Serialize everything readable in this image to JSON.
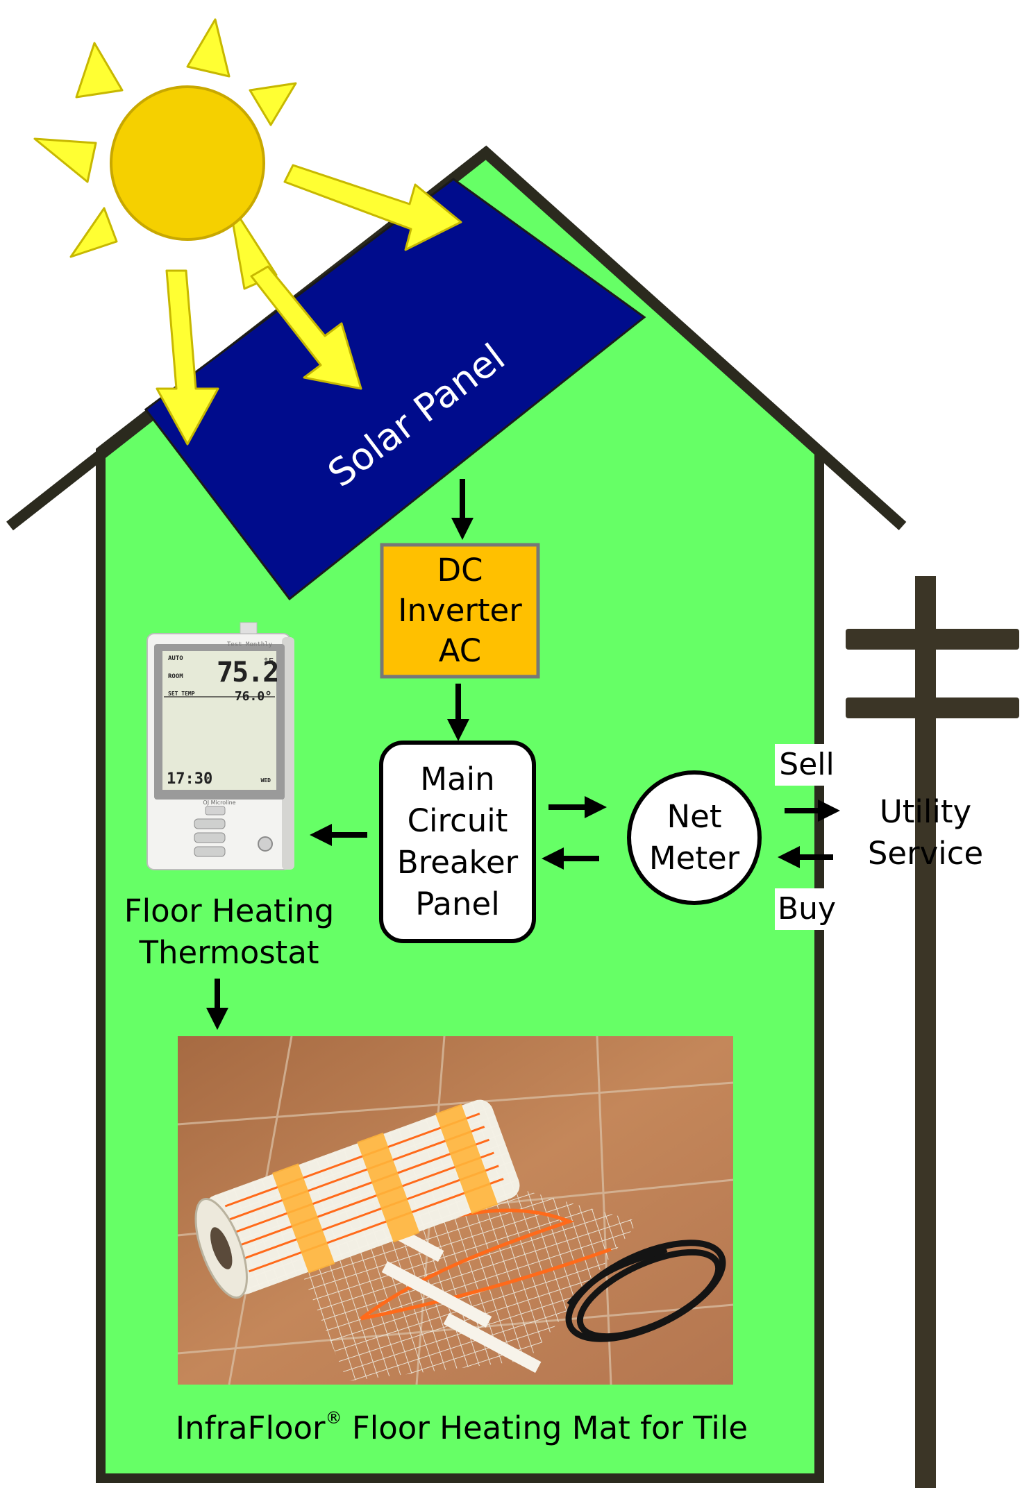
{
  "solar_panel": {
    "label": "Solar Panel"
  },
  "inverter": {
    "line1": "DC",
    "line2": "Inverter",
    "line3": "AC"
  },
  "breaker": {
    "line1": "Main",
    "line2": "Circuit",
    "line3": "Breaker",
    "line4": "Panel"
  },
  "net_meter": {
    "line1": "Net",
    "line2": "Meter"
  },
  "utility": {
    "line1": "Utility",
    "line2": "Service",
    "sell": "Sell",
    "buy": "Buy"
  },
  "thermostat": {
    "label_line1": "Floor Heating",
    "label_line2": "Thermostat",
    "display": {
      "auto": "AUTO",
      "test": "Test Monthly",
      "room": "ROOM",
      "room_temp": "75.2",
      "unit": "°F",
      "set_temp_label": "SET TEMP",
      "set_temp": "76.0°",
      "clock": "17:30",
      "day": "WED"
    },
    "brand": "OJ Microline"
  },
  "mat": {
    "brand": "InfraFloor",
    "registered": "®",
    "label": "Floor Heating Mat for Tile"
  },
  "colors": {
    "house_fill": "#66ff66",
    "outline": "#2b2a1e",
    "solar_panel": "#000c8c",
    "sun": "#ffff33",
    "sun_core": "#f5d000",
    "inverter": "#ffc000",
    "pole": "#3b3526"
  }
}
